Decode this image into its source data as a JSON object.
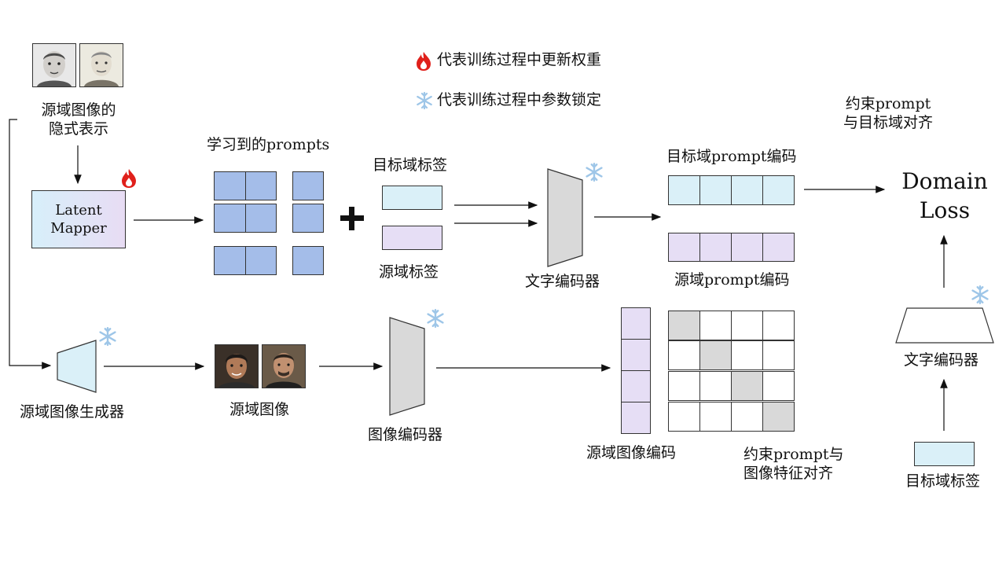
{
  "legend": {
    "train_update": "代表训练过程中更新权重",
    "train_frozen": "代表训练过程中参数锁定"
  },
  "labels": {
    "source_latent": "源域图像的\n隐式表示",
    "latent_mapper": "Latent\nMapper",
    "learned_prompts": "学习到的prompts",
    "target_label": "目标域标签",
    "source_label": "源域标签",
    "text_encoder": "文字编码器",
    "target_prompt_enc": "目标域prompt编码",
    "source_prompt_enc": "源域prompt编码",
    "constrain_prompt_target": "约束prompt\n与目标域对齐",
    "domain_loss": "Domain\nLoss",
    "source_generator": "源域图像生成器",
    "source_images": "源域图像",
    "image_encoder": "图像编码器",
    "source_image_enc": "源域图像编码",
    "constrain_prompt_image": "约束prompt与\n图像特征对齐",
    "text_encoder_right": "文字编码器",
    "target_label_right": "目标域标签"
  },
  "icons": {
    "fire": "fire-icon",
    "snowflake": "snowflake-icon",
    "plus": "plus-icon"
  },
  "colors": {
    "prompt_blue": "#a4bde9",
    "target_blue": "#daf0f8",
    "source_purple": "#e6def5",
    "encoder_gray": "#d9d9d9",
    "fire_red": "#e0201b",
    "snow_blue": "#9ec6e8"
  }
}
